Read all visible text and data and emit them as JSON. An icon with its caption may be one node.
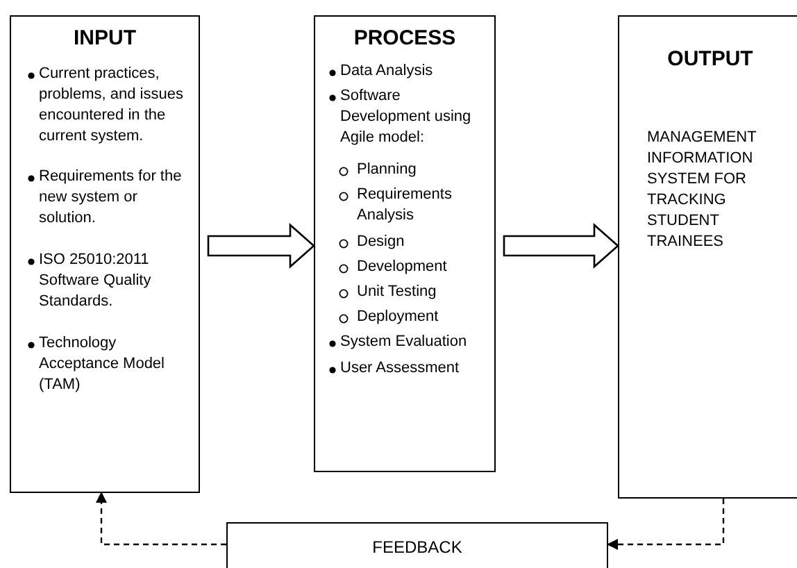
{
  "diagram": {
    "nodes": [
      {
        "text": [
          "INPUT",
          "Current practices, problems, and issues encountered in the current system.",
          "Requirements for the new system or solution.",
          "ISO 25010:2011 Software Quality Standards.",
          "Technology Acceptance Model (TAM)"
        ]
      },
      {
        "text": [
          "PROCESS",
          "Data Analysis",
          "Software Development using Agile model:",
          "Planning",
          "Requirements Analysis",
          "Design",
          "Development",
          "Unit Testing",
          "Deployment",
          "System Evaluation",
          "User Assessment"
        ]
      },
      {
        "text": [
          "OUTPUT",
          "MANAGEMENT INFORMATION SYSTEM FOR TRACKING STUDENT TRAINEES"
        ]
      },
      {
        "text": [
          "FEEDBACK"
        ]
      }
    ],
    "edges": [
      {
        "from": 0,
        "to": 1,
        "arrow": "to",
        "style": "thick"
      },
      {
        "from": 1,
        "to": 2,
        "arrow": "to",
        "style": "thick"
      },
      {
        "from": 2,
        "to": 3,
        "arrow": "to",
        "style": "dashed"
      },
      {
        "from": 3,
        "to": 0,
        "arrow": "to",
        "style": "dashed"
      }
    ]
  }
}
